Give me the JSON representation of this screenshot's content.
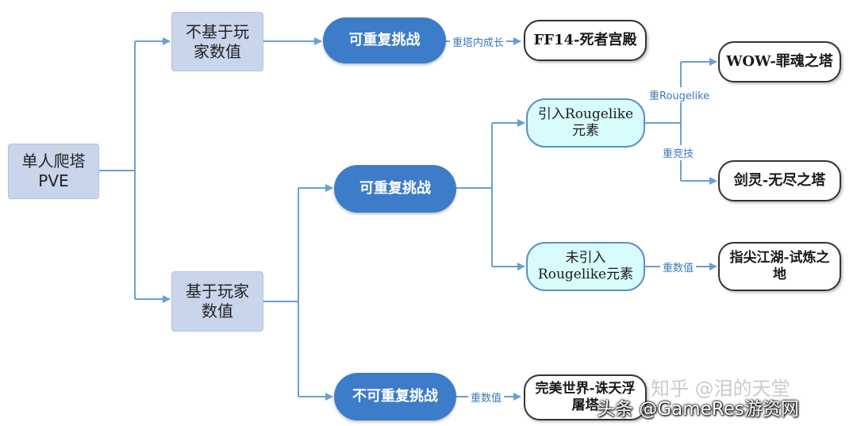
{
  "nodes": {
    "root": {
      "line1": "单人爬塔",
      "line2": "PVE"
    },
    "non_stat": {
      "line1": "不基于玩",
      "line2": "家数值"
    },
    "stat": {
      "line1": "基于玩家",
      "line2": "数值"
    },
    "repeatable_top": {
      "text": "可重复挑战"
    },
    "repeatable_mid": {
      "text": "可重复挑战"
    },
    "non_repeatable": {
      "text": "不可重复挑战"
    },
    "rougelike": {
      "line1": "引入Rougelike",
      "line2": "元素"
    },
    "no_rougelike": {
      "line1": "未引入",
      "line2": "Rougelike元素"
    },
    "ff14": {
      "text": "FF14-死者宫殿"
    },
    "wow": {
      "text": "WOW-罪魂之塔"
    },
    "jianling": {
      "text": "剑灵-无尽之塔"
    },
    "zhijian": {
      "line1": "指尖江湖-试炼之",
      "line2": "地"
    },
    "wanmei": {
      "line1": "完美世界-诛天浮",
      "line2": "屠塔"
    }
  },
  "edge_labels": {
    "ff14": "重塔内成长",
    "wow": "重Rougelike",
    "jianling": "重竞技",
    "zhijian": "重数值",
    "wanmei": "重数值"
  },
  "watermarks": {
    "zhihu": "知乎 @泪的天堂",
    "toutiao": "头条 @GameRes游资网"
  },
  "colors": {
    "connector": "#6aa0d2",
    "rect_fill": "#c9d5ea",
    "pill_blue": "#3c7cc8",
    "pill_cyan": "#d8fbfb",
    "label_text": "#3a7ab8"
  }
}
